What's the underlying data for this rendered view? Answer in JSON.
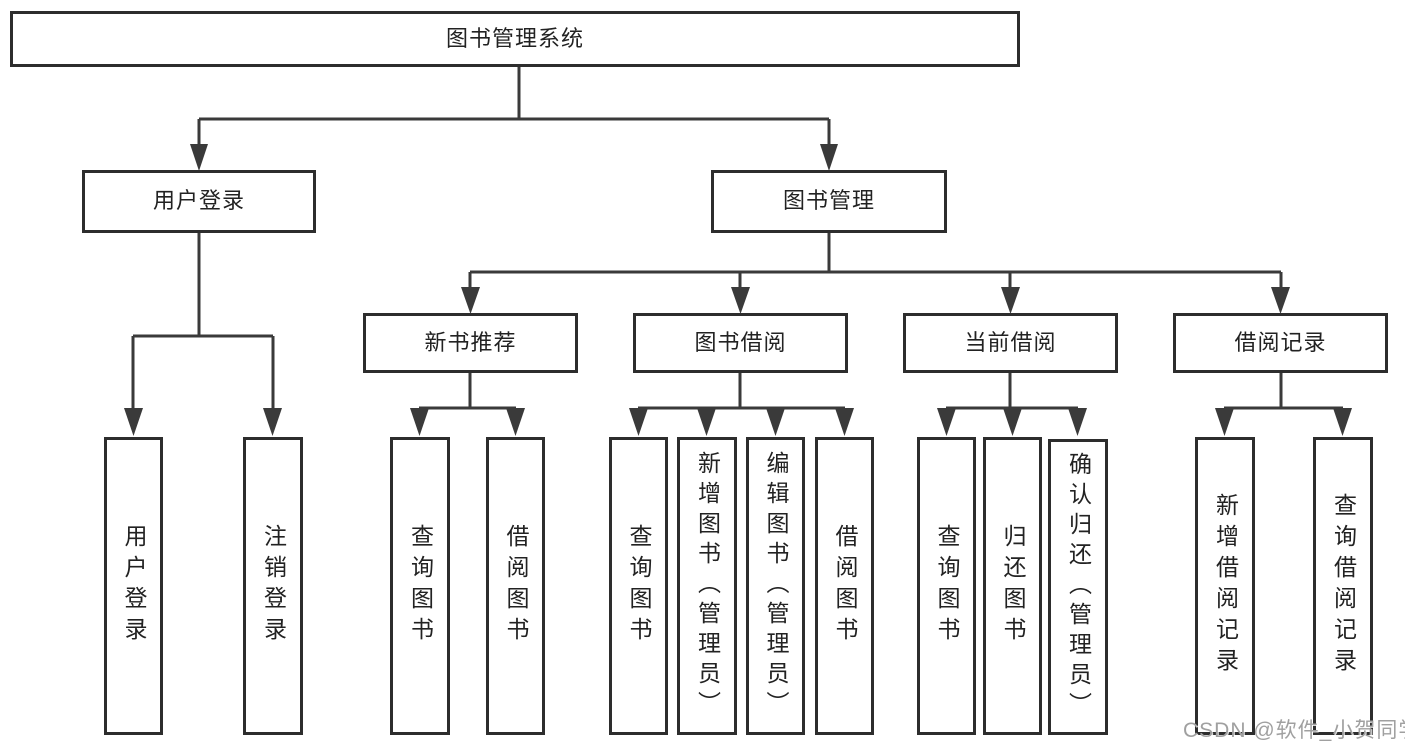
{
  "diagram": {
    "root": "图书管理系统",
    "branches": {
      "user_login": "用户登录",
      "book_management": "图书管理"
    },
    "modules": {
      "new_book_recommend": "新书推荐",
      "book_borrowing": "图书借阅",
      "current_borrowing": "当前借阅",
      "borrowing_records": "借阅记录"
    },
    "leaves": {
      "user_login": [
        "用户登录",
        "注销登录"
      ],
      "new_book_recommend": [
        "查询图书",
        "借阅图书"
      ],
      "book_borrowing": [
        "查询图书",
        "新增图书（管理员）",
        "编辑图书（管理员）",
        "借阅图书"
      ],
      "current_borrowing": [
        "查询图书",
        "归还图书",
        "确认归还（管理员）"
      ],
      "borrowing_records": [
        "新增借阅记录",
        "查询借阅记录"
      ]
    }
  },
  "watermark": "CSDN @软件_小贺同学",
  "colors": {
    "line": "#3a3a3a",
    "border": "#2d2d2d",
    "text": "#222222",
    "watermark": "#a0a0a0",
    "background": "#ffffff"
  }
}
